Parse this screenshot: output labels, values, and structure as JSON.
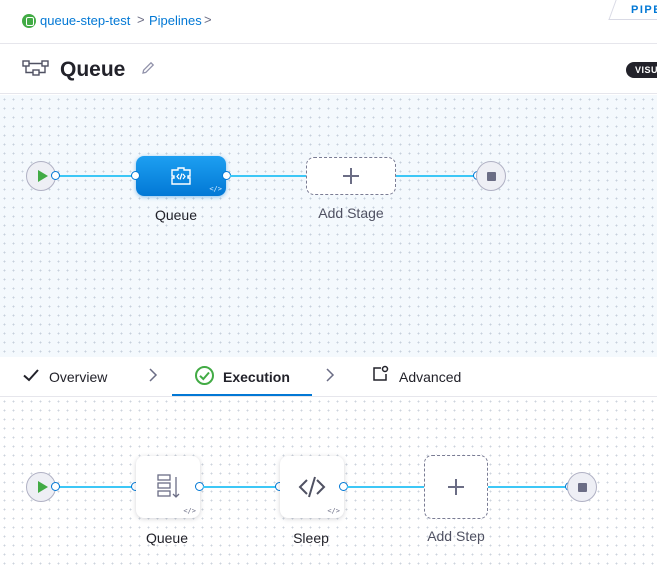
{
  "breadcrumb": {
    "project": "queue-step-test",
    "section": "Pipelines",
    "separator": ">",
    "corner_tag": "PIPE"
  },
  "header": {
    "title": "Queue",
    "view_toggle": "VISU"
  },
  "stage_canvas": {
    "stage_label": "Queue",
    "add_stage_label": "Add Stage"
  },
  "tabs": [
    {
      "label": "Overview",
      "icon": "check-icon"
    },
    {
      "label": "Execution",
      "icon": "check-circle-icon",
      "active": true
    },
    {
      "label": "Advanced",
      "icon": "advanced-icon"
    }
  ],
  "execution_canvas": {
    "steps": [
      {
        "label": "Queue",
        "icon": "queue-step-icon"
      },
      {
        "label": "Sleep",
        "icon": "code-icon"
      }
    ],
    "add_step_label": "Add Step"
  },
  "colors": {
    "accent": "#0278d5",
    "link": "#3dc7f6",
    "start": "#42ab45"
  }
}
